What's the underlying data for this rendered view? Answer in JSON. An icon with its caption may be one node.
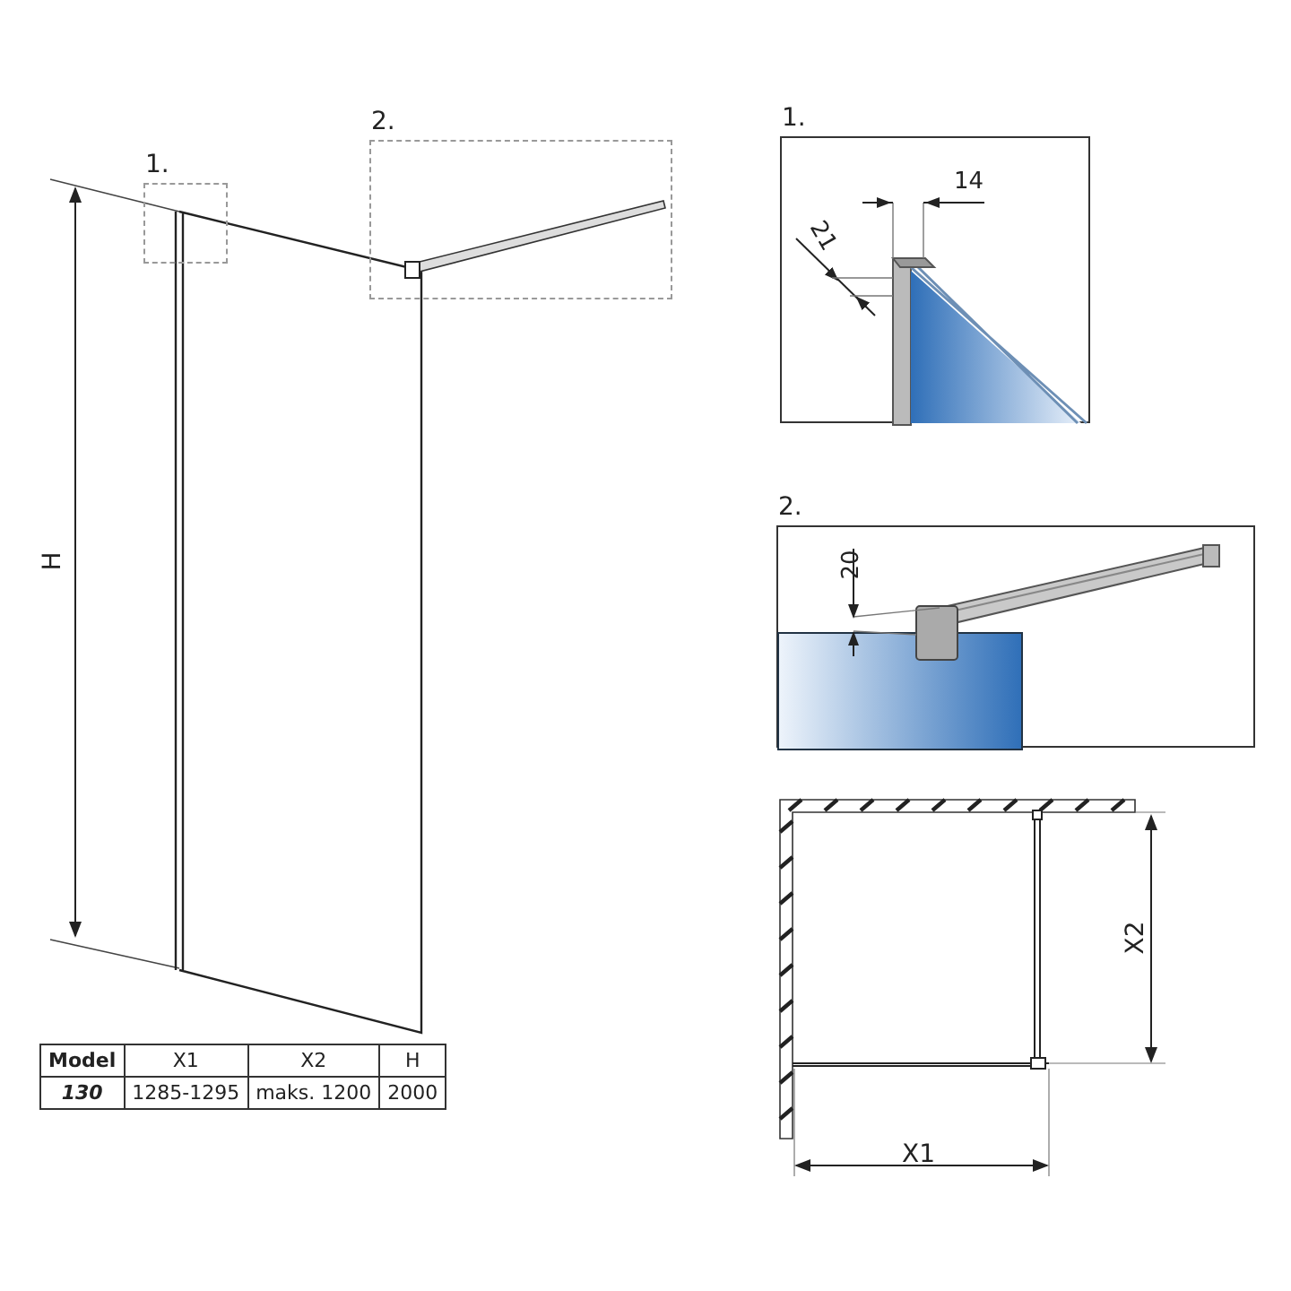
{
  "diagram": {
    "nodes": [
      {
        "text": [
          "1."
        ]
      },
      {
        "text": [
          "2."
        ]
      },
      {
        "text": [
          "1.",
          "14",
          "21"
        ]
      },
      {
        "text": [
          "2.",
          "20"
        ]
      }
    ],
    "labels": [
      "H",
      "X2",
      "X1",
      "Model",
      "X1",
      "X2",
      "H",
      "130",
      "1285-1295",
      "maks. 1200",
      "2000"
    ]
  }
}
